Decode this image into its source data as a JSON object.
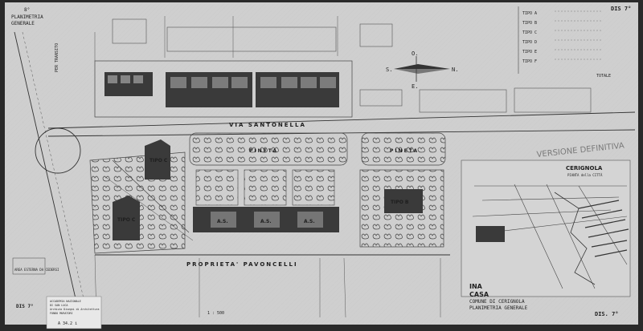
{
  "sheet": {
    "top_left_1": "8°",
    "top_left_2": "PLANIMETRIA",
    "top_left_3": "GENERALE",
    "dis_top": "DIS 7°",
    "dis_bottom_right": "DIS. 7°",
    "dis_bottom_left": "DIS 7°"
  },
  "labels": {
    "street": "VIA SANTONELLA",
    "pineta": "PINETA",
    "property": "PROPRIETA' PAVONCELLI",
    "versione": "VERSIONE DEFINITIVA",
    "compass": {
      "n": "N.",
      "s": "S.",
      "o": "O.",
      "e": "E."
    },
    "tipo_c": "TIPO C",
    "tipo_b": "TIPO B",
    "tipo_a": "A.S.",
    "left_road": "PER TRANSITO",
    "left_note": "AREA ESTERNA DA CEDERSI",
    "bottom_scale": "1 : 500"
  },
  "legend": {
    "rows": [
      "TIPO A",
      "TIPO B",
      "TIPO C",
      "TIPO D",
      "TIPO E",
      "TIPO F"
    ],
    "totale": "TOTALE"
  },
  "city_map": {
    "title": "CERIGNOLA",
    "subtitle": "PIANTA della CITTÀ"
  },
  "title_block": {
    "ina": "INA",
    "casa": "CASA",
    "comune": "COMUNE DI CERIGNOLA",
    "planimetria": "PLANIMETRIA GENERALE"
  },
  "archive_stamp": {
    "line1": "ACCADEMIA NAZIONALE",
    "line2": "DI SAN LUCA",
    "line3": "Archivio Disegni di Architettura",
    "line4": "FONDO MURATORI",
    "ref": "A 34.2 i"
  },
  "colors": {
    "paper": "#cfcfcf",
    "ink": "#1e1e1e",
    "block": "#3a3a3a",
    "frame": "#2a2a2a"
  }
}
